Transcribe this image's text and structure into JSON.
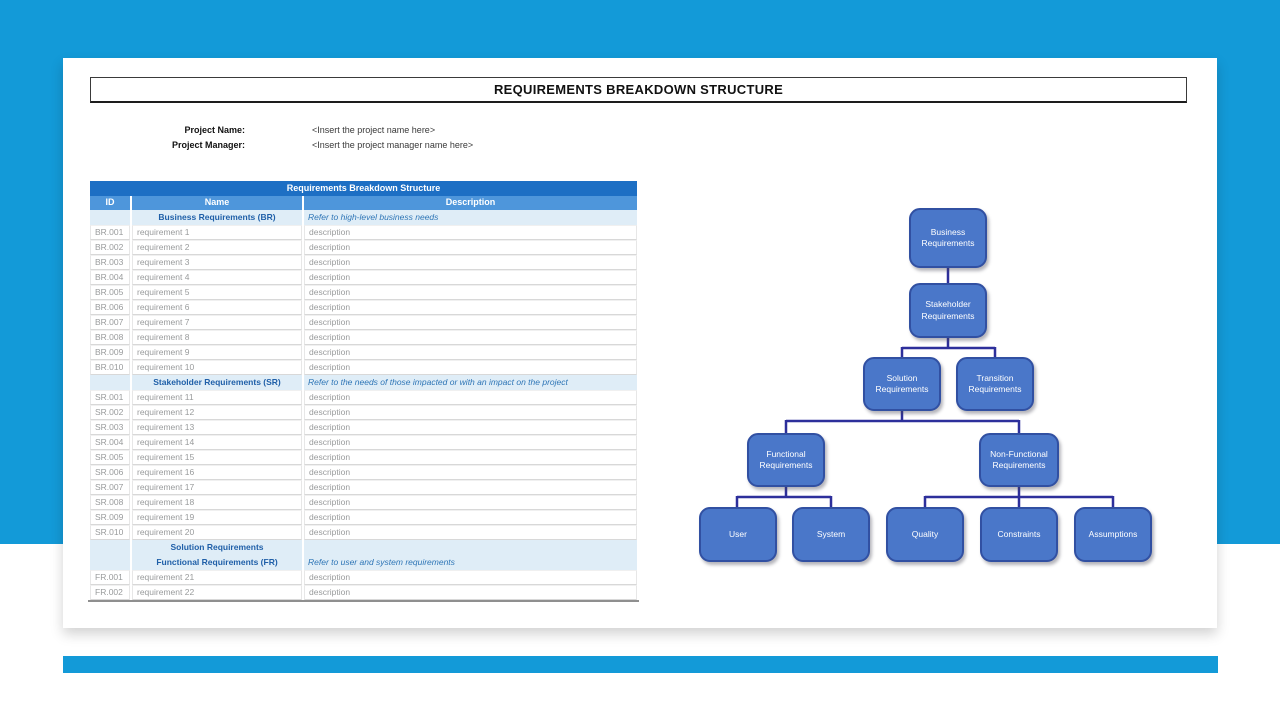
{
  "page": {
    "title": "REQUIREMENTS BREAKDOWN STRUCTURE",
    "project_name_label": "Project Name:",
    "project_name_value": "<Insert the project name here>",
    "project_manager_label": "Project Manager:",
    "project_manager_value": "<Insert the project manager name here>"
  },
  "colors": {
    "background_blue": "#139AD8",
    "accent_bar_blue": "#139AD8",
    "table_title_bg": "#1D6FC4",
    "table_header_bg": "#4E96DB",
    "section_band_bg": "#DFEDF7",
    "section_text": "#1F5FA8",
    "section_description_text": "#2E75B6",
    "node_fill": "#4A77C9",
    "node_border": "#3150A2",
    "connector": "#2D2F9B"
  },
  "table": {
    "title": "Requirements Breakdown Structure",
    "columns": [
      "ID",
      "Name",
      "Description"
    ],
    "rows": [
      {
        "type": "section",
        "id": "",
        "name": "Business Requirements (BR)",
        "description": "Refer to high-level business needs"
      },
      {
        "type": "data",
        "id": "BR.001",
        "name": "requirement 1",
        "description": "description"
      },
      {
        "type": "data",
        "id": "BR.002",
        "name": "requirement 2",
        "description": "description"
      },
      {
        "type": "data",
        "id": "BR.003",
        "name": "requirement 3",
        "description": "description"
      },
      {
        "type": "data",
        "id": "BR.004",
        "name": "requirement 4",
        "description": "description"
      },
      {
        "type": "data",
        "id": "BR.005",
        "name": "requirement 5",
        "description": "description"
      },
      {
        "type": "data",
        "id": "BR.006",
        "name": "requirement 6",
        "description": "description"
      },
      {
        "type": "data",
        "id": "BR.007",
        "name": "requirement 7",
        "description": "description"
      },
      {
        "type": "data",
        "id": "BR.008",
        "name": "requirement 8",
        "description": "description"
      },
      {
        "type": "data",
        "id": "BR.009",
        "name": "requirement 9",
        "description": "description"
      },
      {
        "type": "data",
        "id": "BR.010",
        "name": "requirement 10",
        "description": "description"
      },
      {
        "type": "section",
        "id": "",
        "name": "Stakeholder Requirements (SR)",
        "description": "Refer to the needs of those impacted or with an impact on the project"
      },
      {
        "type": "data",
        "id": "SR.001",
        "name": "requirement 11",
        "description": "description"
      },
      {
        "type": "data",
        "id": "SR.002",
        "name": "requirement 12",
        "description": "description"
      },
      {
        "type": "data",
        "id": "SR.003",
        "name": "requirement 13",
        "description": "description"
      },
      {
        "type": "data",
        "id": "SR.004",
        "name": "requirement 14",
        "description": "description"
      },
      {
        "type": "data",
        "id": "SR.005",
        "name": "requirement 15",
        "description": "description"
      },
      {
        "type": "data",
        "id": "SR.006",
        "name": "requirement 16",
        "description": "description"
      },
      {
        "type": "data",
        "id": "SR.007",
        "name": "requirement 17",
        "description": "description"
      },
      {
        "type": "data",
        "id": "SR.008",
        "name": "requirement 18",
        "description": "description"
      },
      {
        "type": "data",
        "id": "SR.009",
        "name": "requirement 19",
        "description": "description"
      },
      {
        "type": "data",
        "id": "SR.010",
        "name": "requirement 20",
        "description": "description"
      },
      {
        "type": "section",
        "id": "",
        "name": "Solution Requirements",
        "description": ""
      },
      {
        "type": "section",
        "id": "",
        "name": "Functional Requirements (FR)",
        "description": "Refer to user and system requirements"
      },
      {
        "type": "data",
        "id": "FR.001",
        "name": "requirement 21",
        "description": "description"
      },
      {
        "type": "data",
        "id": "FR.002",
        "name": "requirement 22",
        "description": "description"
      }
    ]
  },
  "diagram": {
    "nodes": [
      {
        "key": "business",
        "label": "Business Requirements"
      },
      {
        "key": "stakeholder",
        "label": "Stakeholder Requirements"
      },
      {
        "key": "solution",
        "label": "Solution Requirements"
      },
      {
        "key": "transition",
        "label": "Transition Requirements"
      },
      {
        "key": "functional",
        "label": "Functional Requirements"
      },
      {
        "key": "nonfunctional",
        "label": "Non-Functional Requirements"
      },
      {
        "key": "user",
        "label": "User"
      },
      {
        "key": "system",
        "label": "System"
      },
      {
        "key": "quality",
        "label": "Quality"
      },
      {
        "key": "constraints",
        "label": "Constraints"
      },
      {
        "key": "assumptions",
        "label": "Assumptions"
      }
    ]
  }
}
